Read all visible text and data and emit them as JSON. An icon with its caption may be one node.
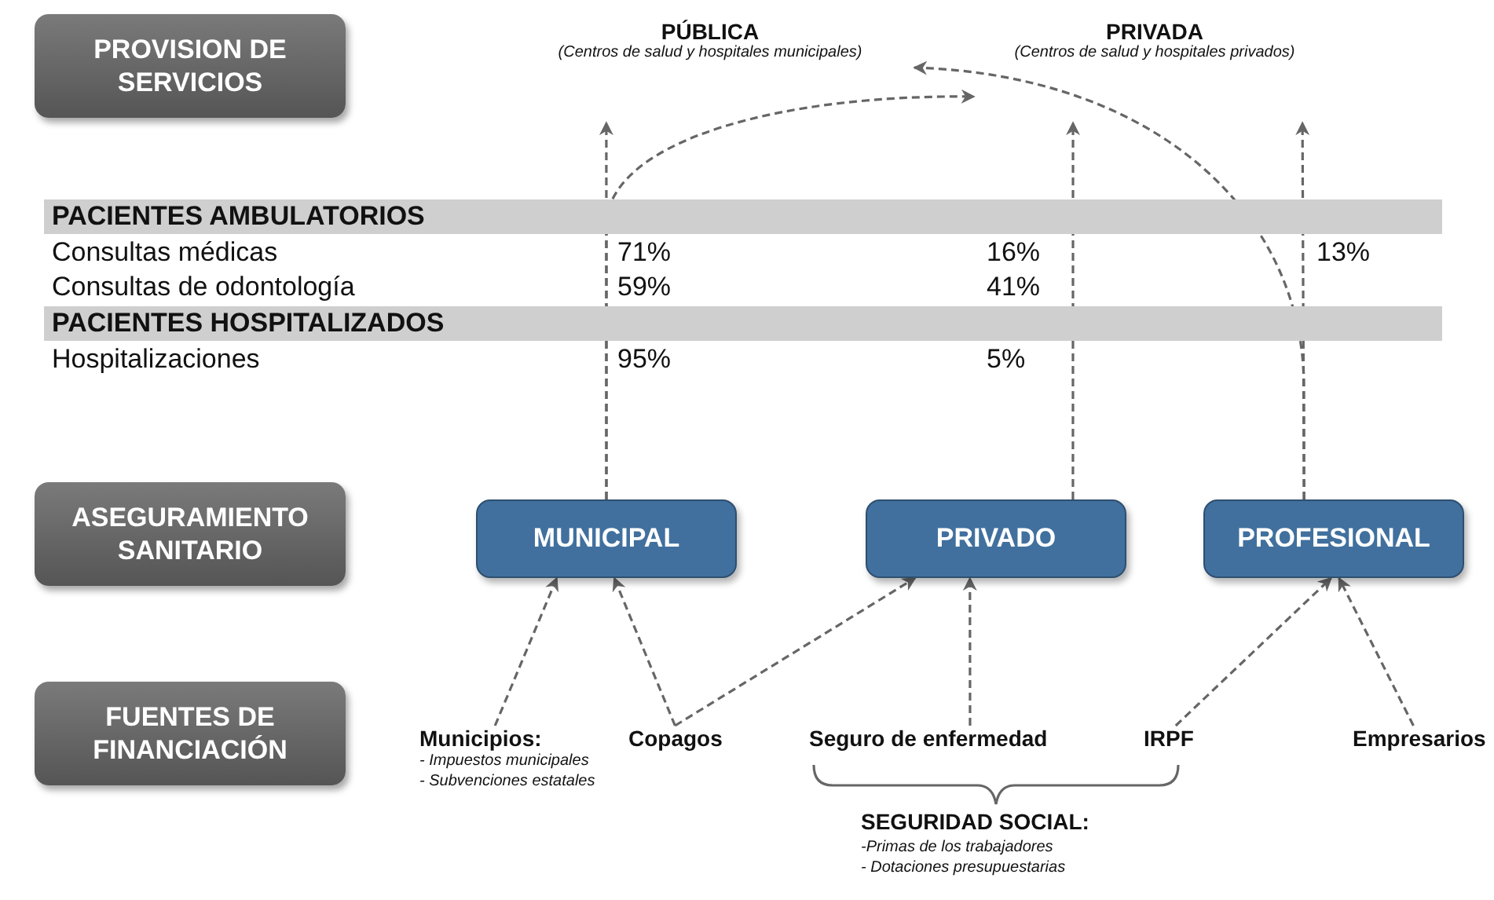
{
  "diagram": {
    "nodes": [
      {
        "text": [
          "PROVISION DE SERVICIOS"
        ]
      },
      {
        "text": [
          "ASEGURAMIENTO SANITARIO"
        ]
      },
      {
        "text": [
          "FUENTES DE FINANCIACIÓN"
        ]
      },
      {
        "text": [
          "PÚBLICA",
          "(Centros de salud y hospitales municipales)"
        ]
      },
      {
        "text": [
          "PRIVADA",
          "(Centros de salud y hospitales privados)"
        ]
      },
      {
        "text": [
          "MUNICIPAL"
        ]
      },
      {
        "text": [
          "PRIVADO"
        ]
      },
      {
        "text": [
          "PROFESIONAL"
        ]
      },
      {
        "text": [
          "Municipios:",
          "- Impuestos municipales",
          "- Subvenciones estatales"
        ]
      },
      {
        "text": [
          "Copagos"
        ]
      },
      {
        "text": [
          "Seguro de enfermedad"
        ]
      },
      {
        "text": [
          "IRPF"
        ]
      },
      {
        "text": [
          "Empresarios"
        ]
      }
    ],
    "edges": [
      {
        "from": 5,
        "to": 3,
        "arrow": "to"
      },
      {
        "from": 5,
        "to": 4,
        "arrow": "to"
      },
      {
        "from": 6,
        "to": 4,
        "arrow": "to"
      },
      {
        "from": 7,
        "to": 4,
        "arrow": "to"
      },
      {
        "from": 7,
        "to": 3,
        "arrow": "to"
      },
      {
        "from": 8,
        "to": 5,
        "arrow": "to"
      },
      {
        "from": 9,
        "to": 5,
        "arrow": "to"
      },
      {
        "from": 9,
        "to": 6,
        "arrow": "to"
      },
      {
        "from": 10,
        "to": 6,
        "arrow": "to"
      },
      {
        "from": 11,
        "to": 7,
        "arrow": "to"
      },
      {
        "from": 12,
        "to": 7,
        "arrow": "to"
      }
    ],
    "labels": [
      "PACIENTES AMBULATORIOS",
      "Consultas médicas",
      "71%",
      "16%",
      "13%",
      "Consultas de odontología",
      "59%",
      "41%",
      "PACIENTES HOSPITALIZADOS",
      "Hospitalizaciones",
      "95%",
      "5%",
      "SEGURIDAD SOCIAL:",
      "-Primas de los trabajadores",
      "- Dotaciones presupuestarias"
    ]
  }
}
